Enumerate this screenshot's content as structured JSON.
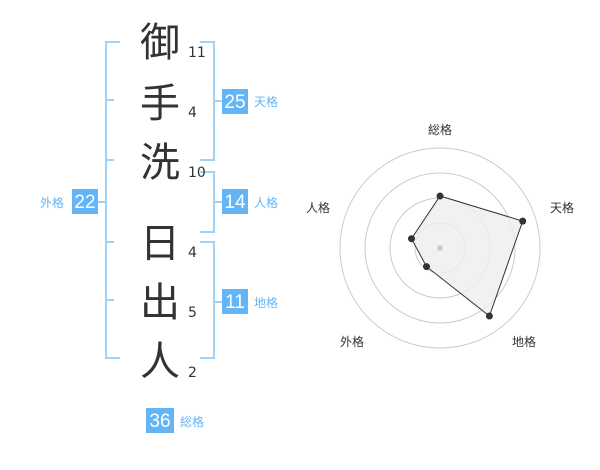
{
  "name": {
    "surname": [
      {
        "char": "御",
        "strokes": "11"
      },
      {
        "char": "手",
        "strokes": "4"
      },
      {
        "char": "洗",
        "strokes": "10"
      }
    ],
    "given": [
      {
        "char": "日",
        "strokes": "4"
      },
      {
        "char": "出",
        "strokes": "5"
      },
      {
        "char": "人",
        "strokes": "2"
      }
    ]
  },
  "kaku": {
    "tenkaku": {
      "value": "25",
      "label": "天格"
    },
    "jinkaku": {
      "value": "14",
      "label": "人格"
    },
    "chikaku": {
      "value": "11",
      "label": "地格"
    },
    "gaikaku": {
      "value": "22",
      "label": "外格"
    },
    "soukaku": {
      "value": "36",
      "label": "総格"
    }
  },
  "colors": {
    "accent": "#64b5f6",
    "accent_light": "#9fd3f7",
    "text": "#333333",
    "ring": "#cccccc",
    "fill": "#eeeeee"
  },
  "chart_data": {
    "type": "radar",
    "axes": [
      "総格",
      "天格",
      "地格",
      "外格",
      "人格"
    ],
    "values": [
      0.52,
      0.87,
      0.84,
      0.23,
      0.3
    ],
    "rings": 4
  }
}
